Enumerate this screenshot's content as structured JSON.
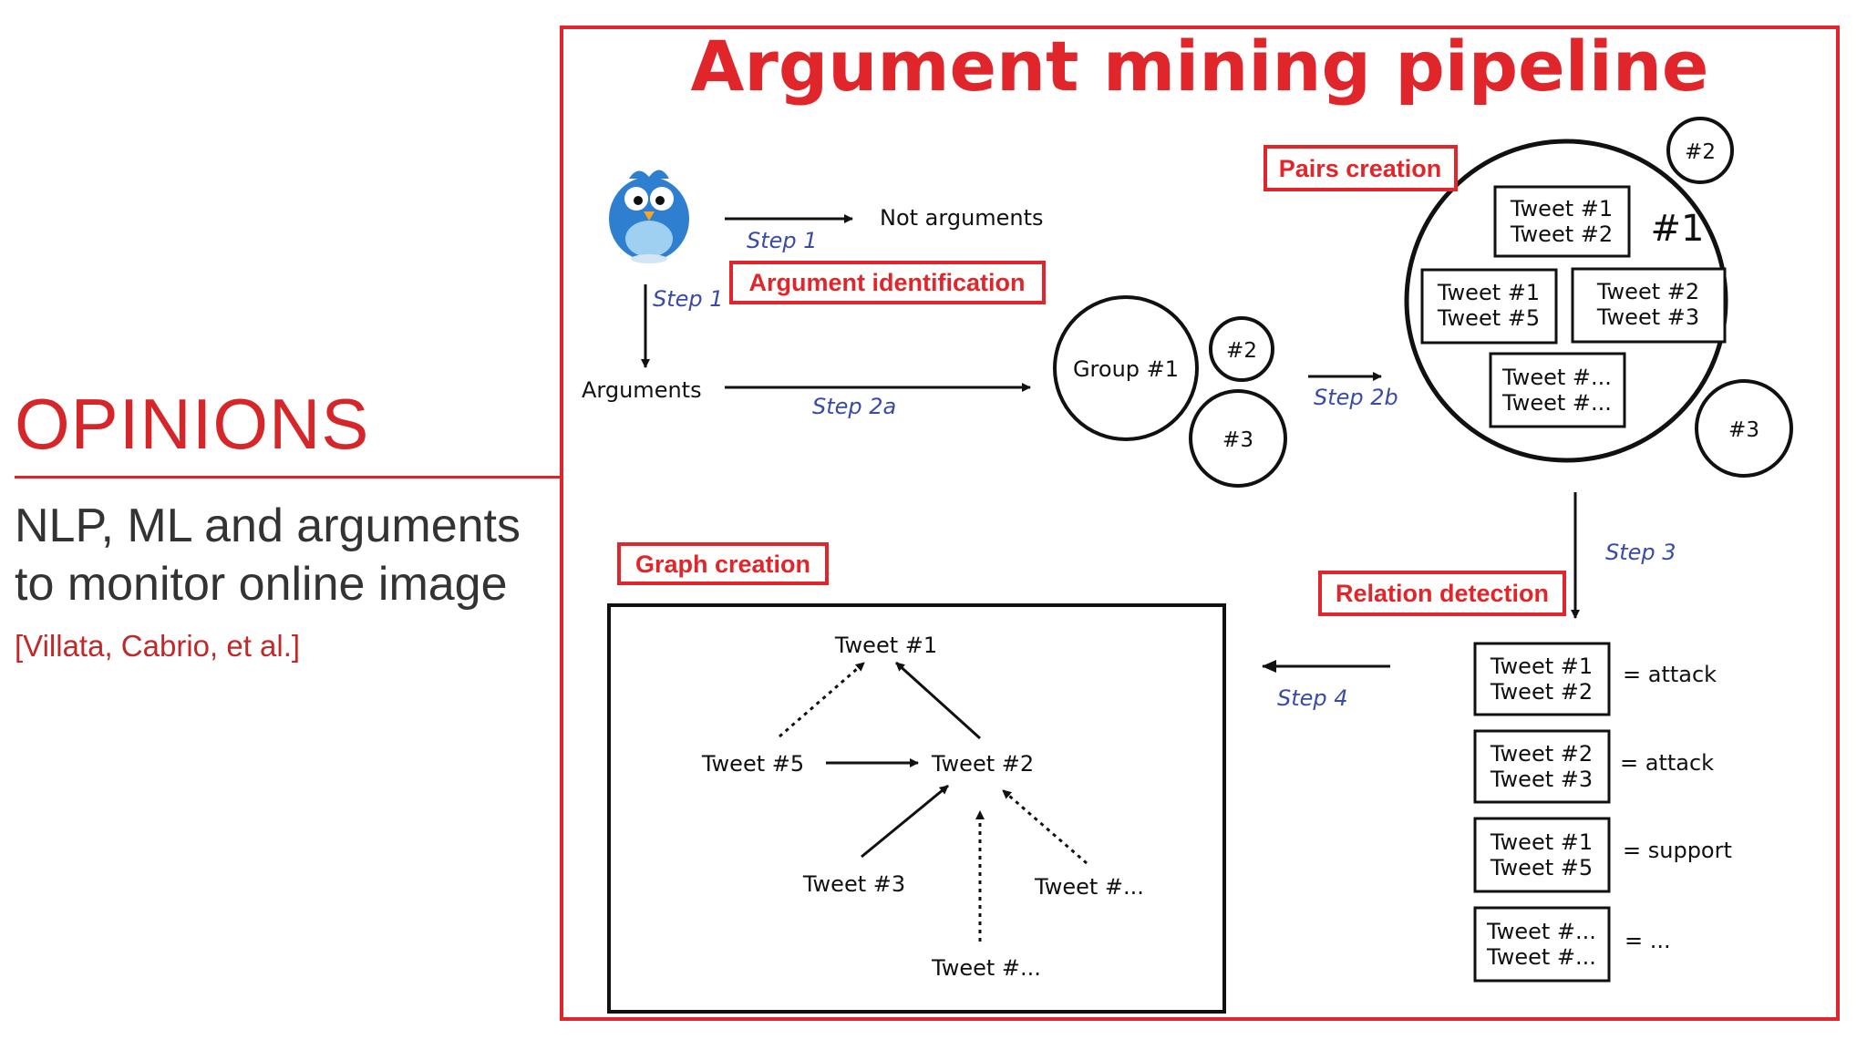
{
  "slide": {
    "title": "OPINIONS",
    "subtitle_line1": "NLP, ML and arguments",
    "subtitle_line2": "to monitor online image",
    "citation": "[Villata, Cabrio, et al.]"
  },
  "diagram": {
    "title": "Argument mining pipeline",
    "section_labels": {
      "argument_identification": "Argument identification",
      "pairs_creation": "Pairs creation",
      "relation_detection": "Relation detection",
      "graph_creation": "Graph creation"
    },
    "steps": {
      "step1_right": "Step 1",
      "step1_down": "Step 1",
      "step2a": "Step 2a",
      "step2b": "Step 2b",
      "step3": "Step 3",
      "step4": "Step 4"
    },
    "nodes": {
      "not_arguments": "Not arguments",
      "arguments": "Arguments",
      "group1": "Group #1",
      "group2": "#2",
      "group3": "#3"
    },
    "pairs_big_label": "#1",
    "pairs_small2": "#2",
    "pairs_small3": "#3",
    "pairs": [
      {
        "line1": "Tweet #1",
        "line2": "Tweet #2"
      },
      {
        "line1": "Tweet #1",
        "line2": "Tweet #5"
      },
      {
        "line1": "Tweet #2",
        "line2": "Tweet #3"
      },
      {
        "line1": "Tweet #...",
        "line2": "Tweet #..."
      }
    ],
    "relations": [
      {
        "line1": "Tweet #1",
        "line2": "Tweet #2",
        "label": "= attack"
      },
      {
        "line1": "Tweet #2",
        "line2": "Tweet #3",
        "label": "= attack"
      },
      {
        "line1": "Tweet #1",
        "line2": "Tweet #5",
        "label": "= support"
      },
      {
        "line1": "Tweet #...",
        "line2": "Tweet #...",
        "label": "= ..."
      }
    ],
    "graph_nodes": {
      "t1": "Tweet #1",
      "t5": "Tweet #5",
      "t2": "Tweet #2",
      "t3": "Tweet #3",
      "tdots_right": "Tweet #...",
      "tdots_bottom": "Tweet #..."
    },
    "colors": {
      "accent_red": "#e0262a",
      "step_blue": "#3a4aa8",
      "bird_blue": "#2f7fd0"
    }
  }
}
